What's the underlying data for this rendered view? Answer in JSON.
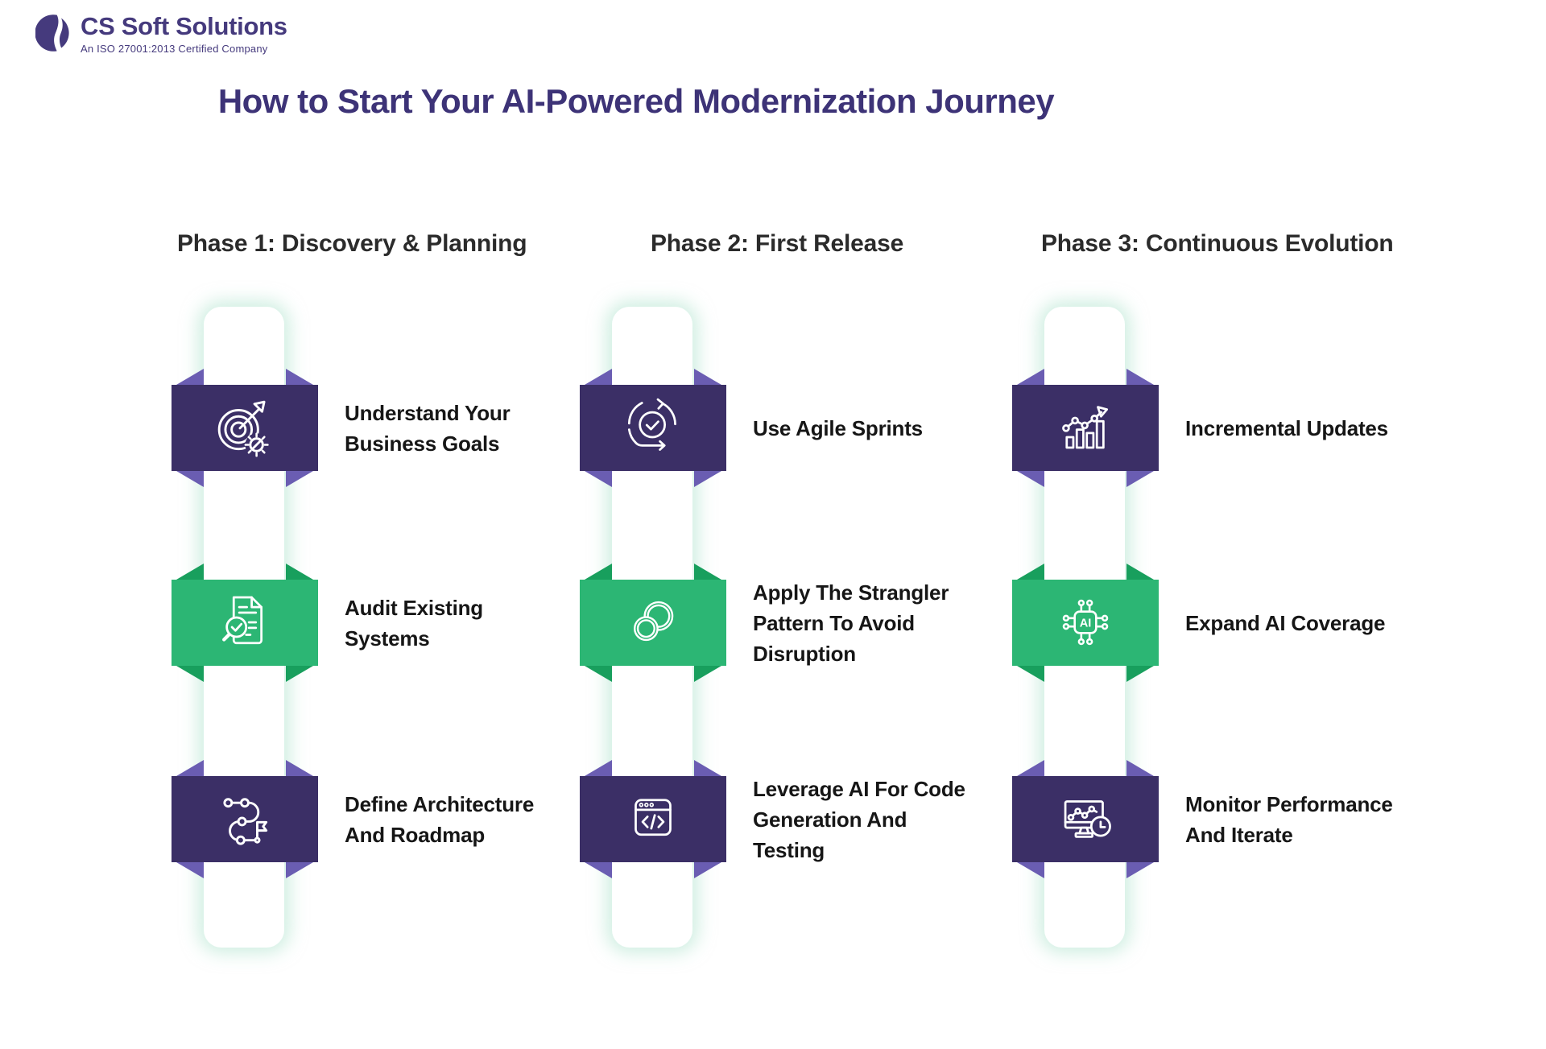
{
  "logo": {
    "company": "CS Soft Solutions",
    "tagline": "An ISO 27001:2013 Certified Company",
    "mark_icon": "cs-logo-mark-icon"
  },
  "title": "How to Start Your AI-Powered Modernization Journey",
  "colors": {
    "title_text": "#3D3377",
    "header_text": "#2B2B2B",
    "step_text": "#161616",
    "purple_band": "#3B2F66",
    "purple_fold": "#6A5DB2",
    "green_band": "#2CB674",
    "green_fold": "#189F5D",
    "logo_purple": "#453A7D",
    "column_glow": "#A7E0C9",
    "icon_stroke": "#FFFFFF"
  },
  "phases": [
    {
      "header": "Phase 1: Discovery & Planning",
      "steps": [
        {
          "label": "Understand Your\nBusiness Goals",
          "icon": "target-gear-icon",
          "color": "purple"
        },
        {
          "label": "Audit Existing\nSystems",
          "icon": "document-audit-icon",
          "color": "green"
        },
        {
          "label": "Define Architecture\nAnd Roadmap",
          "icon": "roadmap-icon",
          "color": "purple"
        }
      ]
    },
    {
      "header": "Phase 2: First Release",
      "steps": [
        {
          "label": "Use Agile Sprints",
          "icon": "agile-sprint-icon",
          "color": "purple"
        },
        {
          "label": "Apply The Strangler\nPattern To Avoid\nDisruption",
          "icon": "interlocking-rings-icon",
          "color": "green"
        },
        {
          "label": "Leverage AI For Code\nGeneration And\nTesting",
          "icon": "code-window-icon",
          "color": "purple"
        }
      ]
    },
    {
      "header": "Phase 3: Continuous Evolution",
      "steps": [
        {
          "label": "Incremental Updates",
          "icon": "growth-chart-icon",
          "color": "purple"
        },
        {
          "label": "Expand AI Coverage",
          "icon": "ai-chip-icon",
          "color": "green"
        },
        {
          "label": "Monitor Performance\nAnd Iterate",
          "icon": "monitor-clock-icon",
          "color": "purple"
        }
      ]
    }
  ]
}
